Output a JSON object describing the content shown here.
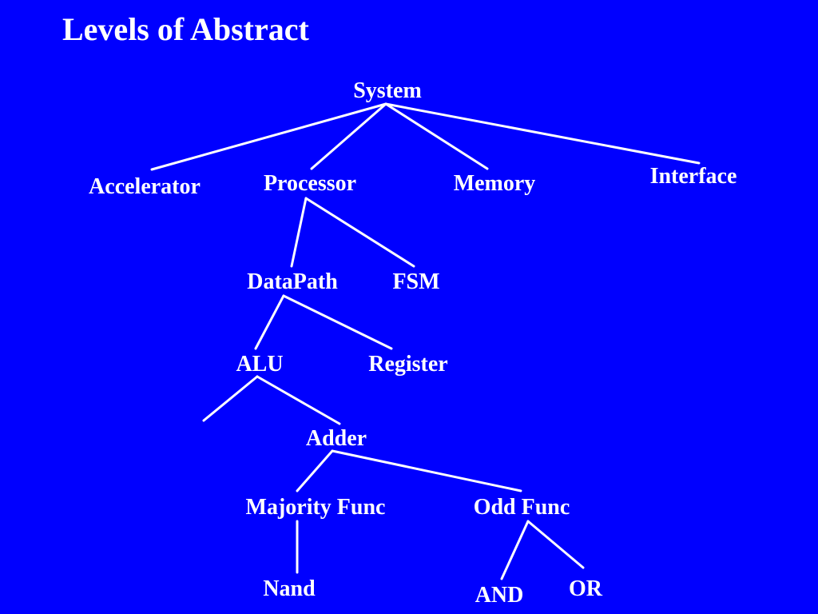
{
  "slide": {
    "title": "Levels of Abstract",
    "background_color": "#0000ff",
    "text_color": "#ffffff",
    "line_color": "#ffffff"
  },
  "tree": {
    "nodes": {
      "system": "System",
      "accelerator": "Accelerator",
      "processor": "Processor",
      "memory": "Memory",
      "interface": "Interface",
      "datapath": "DataPath",
      "fsm": "FSM",
      "alu": "ALU",
      "register": "Register",
      "adder": "Adder",
      "majority_func": "Majority Func",
      "odd_func": "Odd Func",
      "nand": "Nand",
      "and": "AND",
      "or": "OR"
    }
  }
}
